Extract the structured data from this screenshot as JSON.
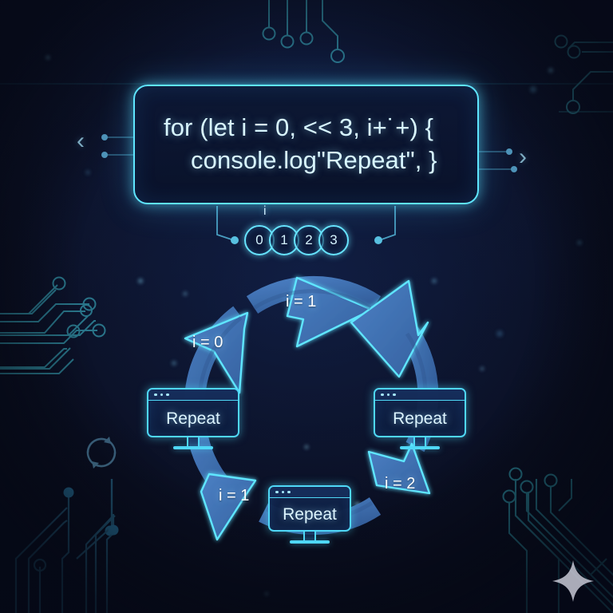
{
  "scene": {
    "title": "JavaScript for-loop repetition diagram",
    "background_color": "#0b1024",
    "accent_cyan": "#5fe6ff",
    "arrow_blue": "#3f72b8",
    "text_color": "#d8f6ff"
  },
  "code_panel": {
    "line1": "for (let i = 0, << 3, i+˙+) {",
    "line2": "console.log\"Repeat\", }",
    "border_color": "#5fe6ff"
  },
  "index_track": {
    "label": "i",
    "values": [
      "0",
      "1",
      "2",
      "3"
    ]
  },
  "chevrons": {
    "left": "‹",
    "right": "›"
  },
  "loop_steps": [
    {
      "label": "i = 0",
      "position": "upper-left"
    },
    {
      "label": "i = 1",
      "position": "top"
    },
    {
      "label": "i = 2",
      "position": "lower-right"
    },
    {
      "label": "i = 1",
      "position": "lower-left"
    }
  ],
  "monitors": [
    {
      "label": "Repeat",
      "position": "left"
    },
    {
      "label": "Repeat",
      "position": "right"
    },
    {
      "label": "Repeat",
      "position": "bottom"
    }
  ],
  "decorations": {
    "loop_icon": "refresh-loop-icon",
    "sparkle": "four-point-sparkle",
    "circuit_traces": "circuit-board-traces"
  }
}
